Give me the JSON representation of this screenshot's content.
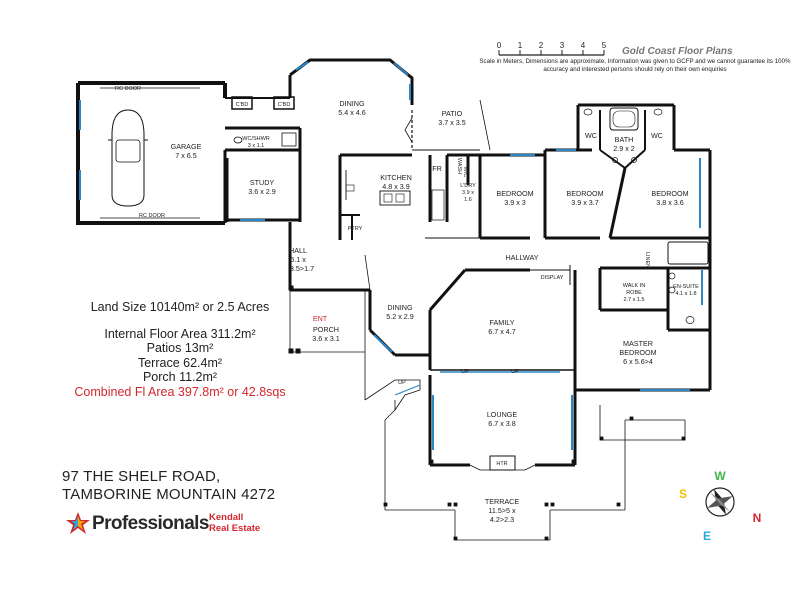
{
  "brand": "Gold Coast Floor Plans",
  "disclaimer": "Scale in Meters, Dimensions are approximate, Information was given to GCFP and we cannot guarantee its 100% accuracy and interested persons should rely on their own enquiries",
  "scale_ticks": [
    "0",
    "1",
    "2",
    "3",
    "4",
    "5"
  ],
  "rooms": {
    "garage": {
      "name": "GARAGE",
      "dim": "7 x 6.5"
    },
    "rc_door_top": "RC DOOR",
    "rc_door_bottom": "RC DOOR",
    "cbd1": "C'BD",
    "cbd2": "C'BD",
    "wc_shwr": {
      "name": "WC/SHWR",
      "dim": "3 x 1.1"
    },
    "dining_top": {
      "name": "DINING",
      "dim": "5.4 x 4.6"
    },
    "patio": {
      "name": "PATIO",
      "dim": "3.7 x 3.5"
    },
    "study": {
      "name": "STUDY",
      "dim": "3.6 x 2.9"
    },
    "kitchen": {
      "name": "KITCHEN",
      "dim": "4.8 x 3.9"
    },
    "fr": "FR",
    "wash_wc": {
      "name": "WASH",
      "dim": "W/C"
    },
    "ldry": {
      "name": "L'DRY",
      "dim1": "3.9 x",
      "dim2": "1.6"
    },
    "bedroom1": {
      "name": "BEDROOM",
      "dim": "3.9 x 3"
    },
    "bedroom2": {
      "name": "BEDROOM",
      "dim": "3.9 x 3.7"
    },
    "bedroom3": {
      "name": "BEDROOM",
      "dim": "3.8 x 3.6"
    },
    "bath": {
      "name": "BATH",
      "dim": "2.9 x 2"
    },
    "wc_left": "WC",
    "wc_right": "WC",
    "ptry": "PTRY",
    "hall": {
      "name": "HALL",
      "dim1": "6.1 x",
      "dim2": "3.5>1.7"
    },
    "hallway": "HALLWAY",
    "display": "DISPLAY",
    "linen": "LINEN",
    "walk_in_robe": {
      "name": "WALK IN",
      "name2": "ROBE",
      "dim": "2.7 x 1.5"
    },
    "en_suite": {
      "name": "EN-SUITE",
      "dim": "4.1 x 1.8"
    },
    "ent": "ENT",
    "porch": {
      "name": "PORCH",
      "dim": "3.6 x 3.1"
    },
    "dining_lower": {
      "name": "DINING",
      "dim": "5.2 x 2.9"
    },
    "family": {
      "name": "FAMILY",
      "dim": "6.7 x 4.7"
    },
    "master": {
      "name": "MASTER",
      "name2": "BEDROOM",
      "dim": "6 x 5.6>4"
    },
    "lounge": {
      "name": "LOUNGE",
      "dim": "6.7 x 3.8"
    },
    "htr": "HTR",
    "up1": "UP",
    "up2": "UP",
    "up3": "UP",
    "terrace": {
      "name": "TERRACE",
      "dim1": "11.5>5 x",
      "dim2": "4.2>2.3"
    }
  },
  "stats": {
    "land_size": "Land Size 10140m² or 2.5 Acres",
    "internal": "Internal Floor Area 311.2m²",
    "patios": "Patios 13m²",
    "terrace": "Terrace 62.4m²",
    "porch": "Porch 11.2m²",
    "combined": "Combined Fl Area 397.8m² or 42.8sqs"
  },
  "address": {
    "line1": "97 THE SHELF ROAD,",
    "line2": "TAMBORINE MOUNTAIN 4272"
  },
  "logo": {
    "word": "Professionals",
    "sub1": "Kendall",
    "sub2": "Real Estate"
  },
  "compass": {
    "w": "W",
    "n": "N",
    "e": "E",
    "s": "S"
  },
  "colors": {
    "accent_red": "#d3272e",
    "compass_w": "#3cb54a",
    "compass_n": "#d3272e",
    "compass_e": "#29a8e0",
    "compass_s": "#f2c200"
  }
}
